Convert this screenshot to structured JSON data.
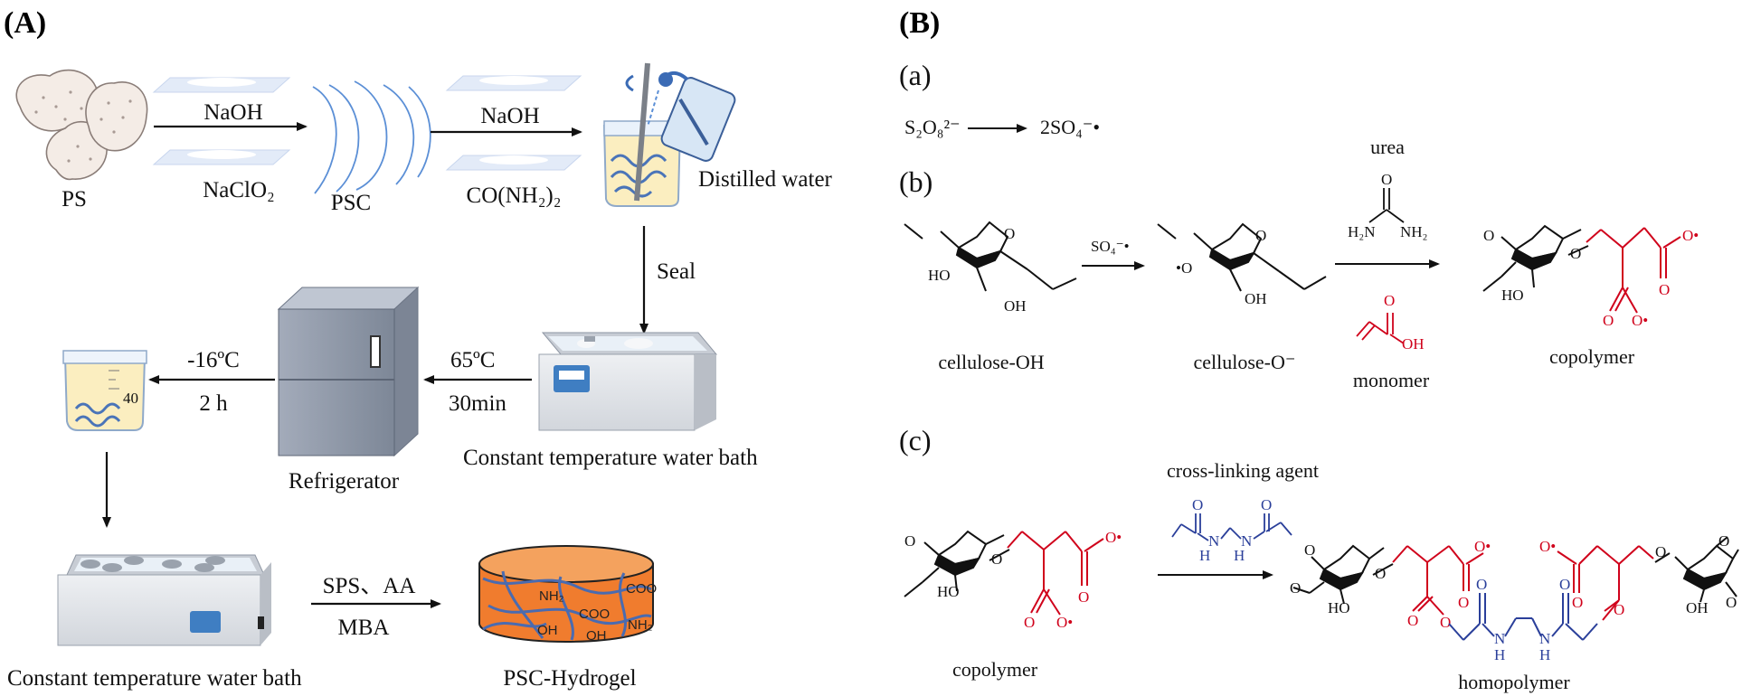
{
  "panel_a": {
    "label": "(A)",
    "ps": "PS",
    "psc": "PSC",
    "step1_top": "NaOH",
    "step1_bottom": "NaClO₂",
    "step2_top": "NaOH",
    "step2_bottom": "CO(NH₂)₂",
    "distilled_water": "Distilled water",
    "seal": "Seal",
    "water_bath_1": "Constant temperature water bath",
    "temp_65": "65ºC",
    "time_30": "30min",
    "refrigerator": "Refrigerator",
    "temp_minus16": "-16ºC",
    "time_2h": "2 h",
    "beaker_mark": "40",
    "water_bath_2": "Constant temperature water bath",
    "reagents_top": "SPS、AA",
    "reagents_bottom": "MBA",
    "hydrogel": "PSC-Hydrogel",
    "gel_labels": [
      "NH₂",
      "COO",
      "COO",
      "OH",
      "OH",
      "NH₂"
    ]
  },
  "panel_b": {
    "label": "(B)",
    "sub_a": "(a)",
    "sub_b": "(b)",
    "sub_c": "(c)",
    "persulfate_left": "S₂O₈²⁻",
    "persulfate_right": "2SO₄⁻•",
    "radical_reagent": "SO₄⁻•",
    "urea": "urea",
    "monomer": "monomer",
    "cellulose_oh": "cellulose-OH",
    "cellulose_o": "cellulose-O⁻",
    "copolymer_b": "copolymer",
    "crosslinker": "cross-linking agent",
    "copolymer_c": "copolymer",
    "homopolymer": "homopolymer",
    "atoms": {
      "O": "O",
      "HO": "HO",
      "OH": "OH",
      "dotO": "•O",
      "Odot": "O•",
      "NH": "NH",
      "N": "N",
      "H": "H",
      "H2N": "H₂N",
      "NH2": "NH₂"
    }
  },
  "colors": {
    "red": "#d0021b",
    "blue": "#2a3f9a",
    "fiber_blue": "#5b8fd6",
    "gel_orange": "#f07c2e",
    "appliance_gray": "#8f98a8"
  }
}
